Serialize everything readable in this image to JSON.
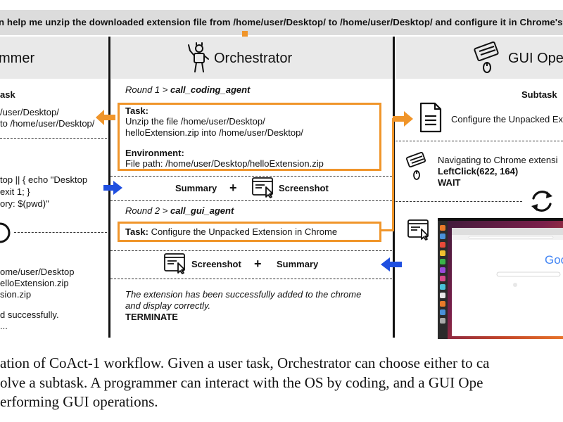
{
  "task_banner": "n help me unzip the downloaded extension file from /home/user/Desktop/ to /home/user/Desktop/ and configure it in Chrome's ex",
  "panels": {
    "programmer_title": "mmer",
    "orchestrator_title": "Orchestrator",
    "gui_title": "GUI Ope"
  },
  "orchestrator": {
    "round1_label": "Round 1 > ",
    "round1_call": "call_coding_agent",
    "task_label": "Task:",
    "task_line1": "Unzip the file /home/user/Desktop/",
    "task_line2": "helloExtension.zip into /home/user/Desktop/",
    "env_label": "Environment:",
    "env_line": "File path: /home/user/Desktop/helloExtension.zip",
    "summary1": "Summary",
    "plus1": "+",
    "screenshot1": "Screenshot",
    "round2_label": "Round 2 > ",
    "round2_call": "call_gui_agent",
    "task2_label": "Task:",
    "task2_text": " Configure the Unpacked Extension in Chrome",
    "screenshot2": "Screenshot",
    "plus2": "+",
    "summary2": "Summary",
    "final_line1": "The extension has been successfully added to the chrome",
    "final_line2": "and display correctly.",
    "terminate": "TERMINATE"
  },
  "programmer": {
    "subtask_label": "ask",
    "sub_line1": "/user/Desktop/",
    "sub_line2": "to /home/user/Desktop/",
    "code_line1": "top || { echo \"Desktop",
    "code_line2": " exit 1; }",
    "code_line3": "ory: $(pwd)\"",
    "out_line1": "ome/user/Desktop",
    "out_line2": "elloExtension.zip",
    "out_line3": "sion.zip",
    "out_line4": "d successfully.",
    "out_line5": "..."
  },
  "gui": {
    "subtask_label": "Subtask",
    "subtask_text": "Configure the Unpacked Ext",
    "nav_text": "Navigating to Chrome extensi",
    "action_text": "LeftClick(622, 164)",
    "wait_text": "WAIT",
    "browser_logo": "Goo"
  },
  "caption": {
    "line1": "ation of CoAct-1 workflow. Given a user task, Orchestrator can choose either to ca",
    "line2": "olve a subtask. A programmer can interact with the OS by coding, and a GUI Ope",
    "line3": "erforming GUI operations."
  },
  "colors": {
    "accent_orange": "#f0952a",
    "arrow_blue": "#1f4fe0",
    "panel_grey": "#e9e9e9",
    "banner_grey": "#dcdcdc"
  },
  "icons": [
    "down-arrow-icon",
    "robot-conductor-icon",
    "keyboard-mouse-icon",
    "document-icon",
    "screenshot-icon",
    "sync-icon",
    "right-arrow-icon",
    "left-arrow-icon"
  ]
}
